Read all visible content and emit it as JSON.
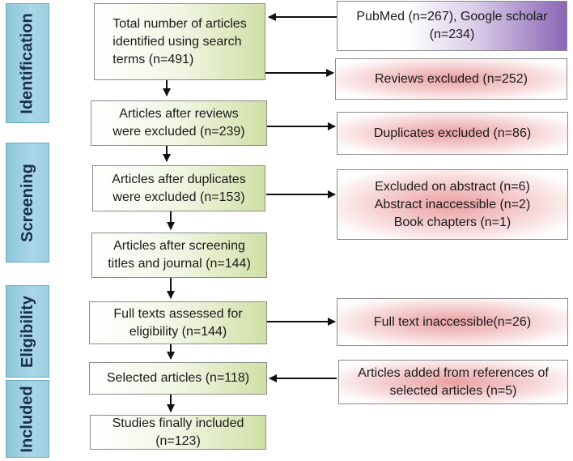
{
  "stages": {
    "identification": "Identification",
    "screening": "Screening",
    "eligibility": "Eligibility",
    "included": "Included"
  },
  "boxes": {
    "total": "Total number of articles\nidentified using search\nterms (n=491)",
    "sources": "PubMed (n=267), Google scholar\n(n=234)",
    "reviews_excluded": "Reviews excluded (n=252)",
    "after_reviews": "Articles after reviews\nwere excluded (n=239)",
    "duplicates_excluded": "Duplicates excluded (n=86)",
    "after_duplicates": "Articles after duplicates\nwere excluded (n=153)",
    "abstract_exclusions": "Excluded on abstract (n=6)\nAbstract inaccessible (n=2)\nBook chapters (n=1)",
    "after_screening": "Articles after screening\ntitles and journal (n=144)",
    "full_texts": "Full texts assessed for\neligibility (n=144)",
    "full_text_inaccessible": "Full text inaccessible(n=26)",
    "selected": "Selected articles (n=118)",
    "added_refs": "Articles added from references of\nselected articles (n=5)",
    "final": "Studies finally included\n(n=123)"
  }
}
